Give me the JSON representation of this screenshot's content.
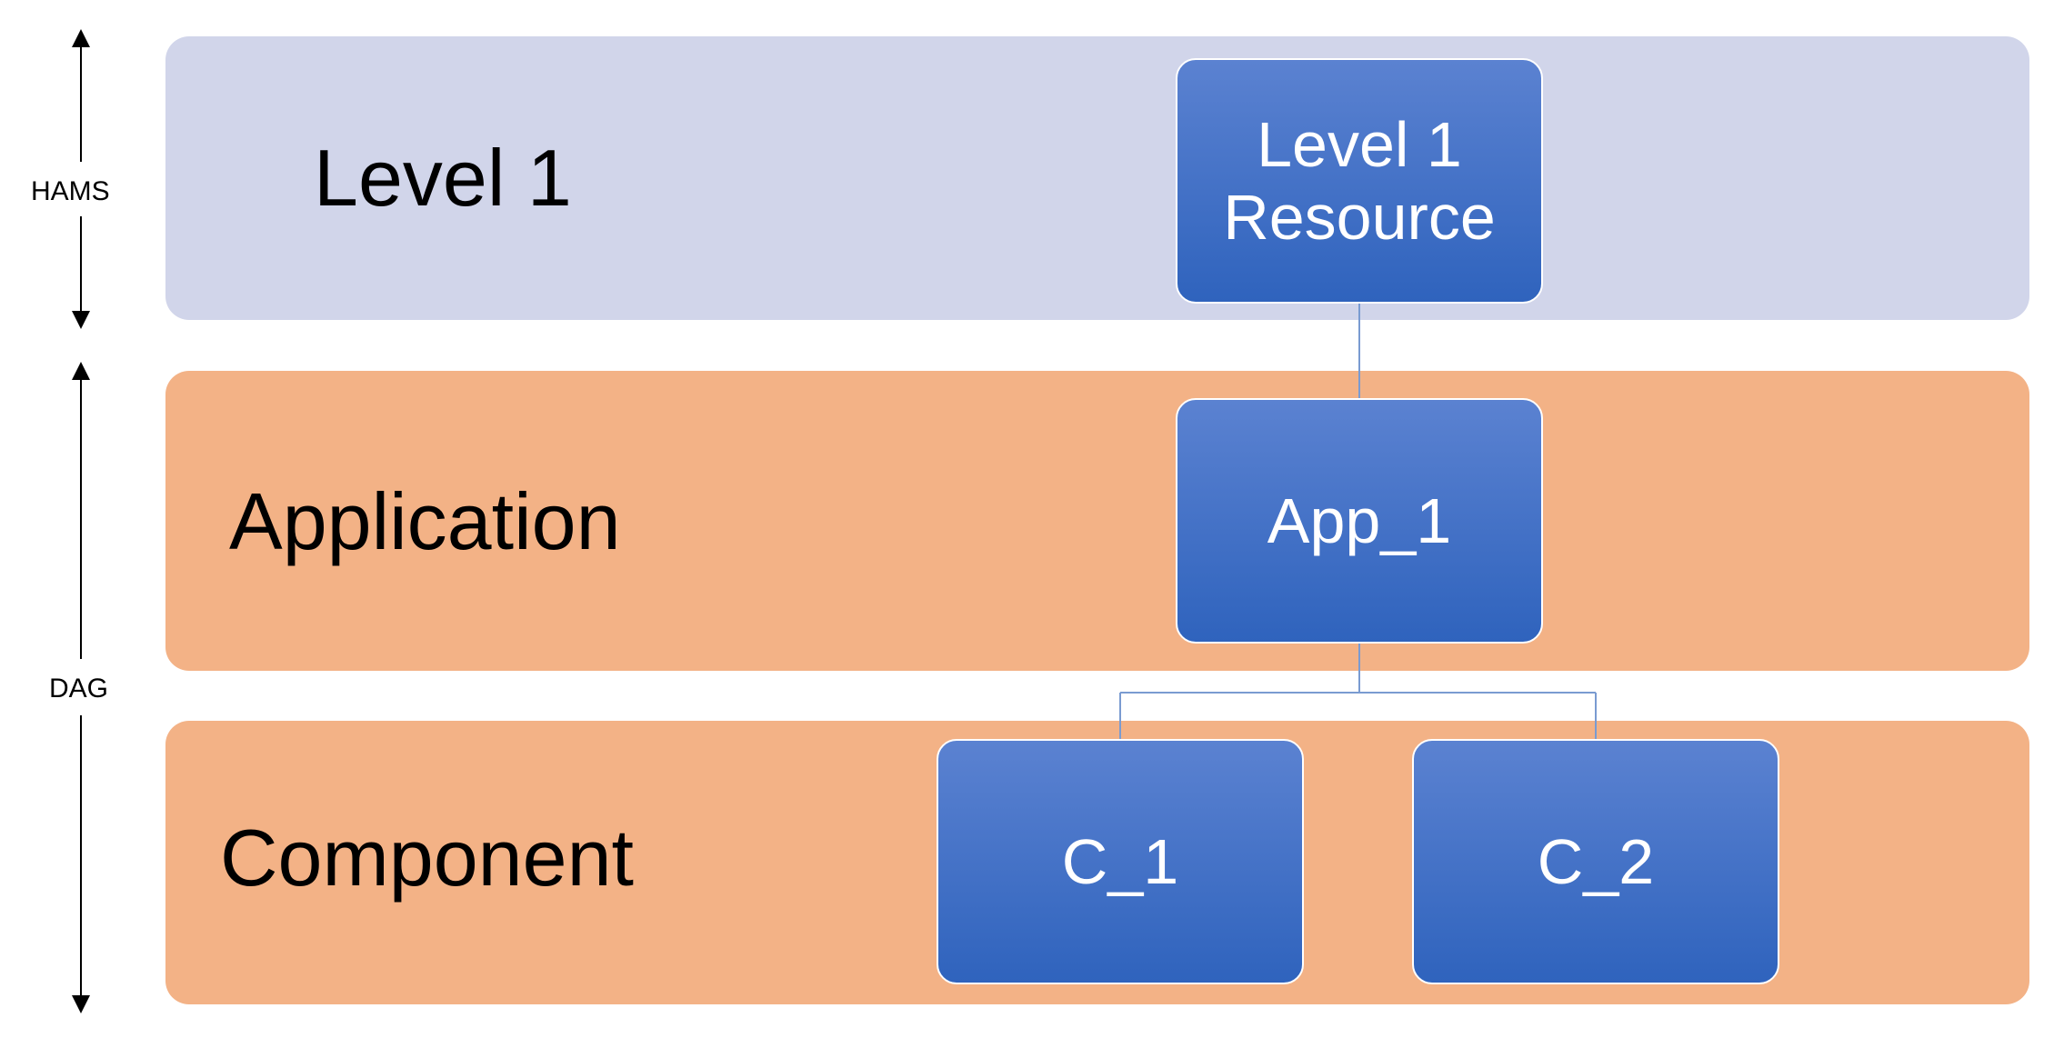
{
  "colors": {
    "level1_band": "#d1d5ea",
    "application_band": "#f3b286",
    "component_band": "#f3b286",
    "node_fill_top": "#5b82d1",
    "node_fill_bottom": "#2f63bd",
    "connector": "#7a9bd1"
  },
  "side_markers": {
    "hams": "HAMS",
    "dag": "DAG"
  },
  "bands": {
    "level1": {
      "label": "Level 1"
    },
    "application": {
      "label": "Application"
    },
    "component": {
      "label": "Component"
    }
  },
  "nodes": {
    "level1_resource": {
      "line1": "Level 1",
      "line2": "Resource"
    },
    "app_1": {
      "label": "App_1"
    },
    "c_1": {
      "label": "C_1"
    },
    "c_2": {
      "label": "C_2"
    }
  }
}
